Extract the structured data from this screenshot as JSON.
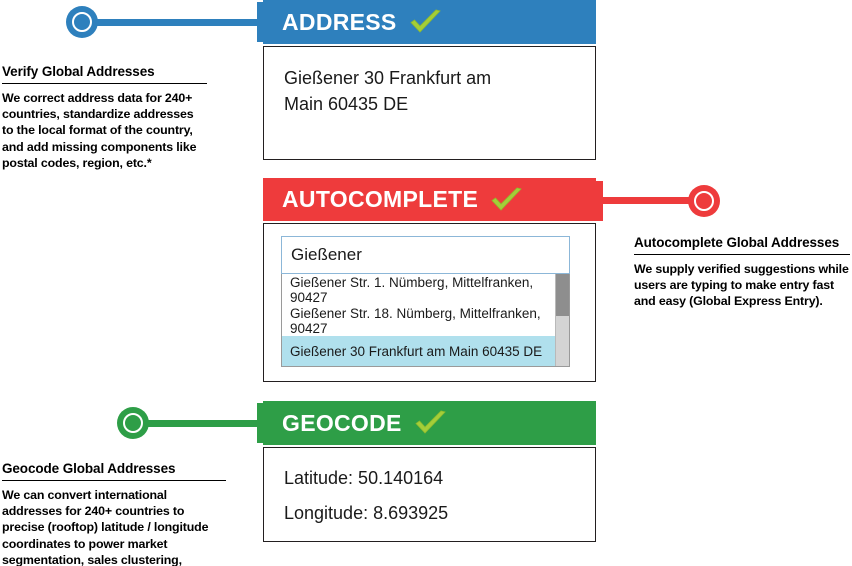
{
  "colors": {
    "address_blue": "#2e80bd",
    "autocomplete_red": "#ee3b3c",
    "geocode_green": "#2e9e47",
    "check_green": "#a4ce39",
    "highlight_cyan": "#b0e0ed"
  },
  "panels": [
    {
      "id": "address",
      "header_label": "ADDRESS",
      "status_icon": "green-checkmark-icon",
      "lines": [
        "Gießener 30 Frankfurt am",
        "Main 60435 DE"
      ]
    },
    {
      "id": "autocomplete",
      "header_label": "AUTOCOMPLETE",
      "status_icon": "green-checkmark-icon",
      "input_value": "Gießener",
      "input_placeholder": "Gießener",
      "suggestions": [
        {
          "text": "Gießener Str. 1. Nümberg, Mittelfranken, 90427",
          "selected": false
        },
        {
          "text": "Gießener Str. 18. Nümberg, Mittelfranken, 90427",
          "selected": false
        },
        {
          "text": "Gießener 30 Frankfurt am Main 60435 DE",
          "selected": true
        }
      ]
    },
    {
      "id": "geocode",
      "header_label": "GEOCODE",
      "status_icon": "green-checkmark-icon",
      "lines": [
        "Latitude: 50.140164",
        "Longitude: 8.693925"
      ]
    }
  ],
  "annotations": [
    {
      "id": "verify",
      "title": "Verify Global Addresses",
      "body": "We correct address data for 240+ countries, standardize addresses to the local format of the country, and add missing components like postal codes, region, etc.*"
    },
    {
      "id": "autocomplete",
      "title": "Autocomplete Global Addresses",
      "body": "We supply verified suggestions while users are typing to make entry fast and easy (Global Express Entry)."
    },
    {
      "id": "geocode",
      "title": "Geocode Global Addresses",
      "body": "We can convert international addresses for 240+ countries to precise (rooftop) latitude / longitude coordinates to power market segmentation, sales clustering, logistics."
    }
  ]
}
